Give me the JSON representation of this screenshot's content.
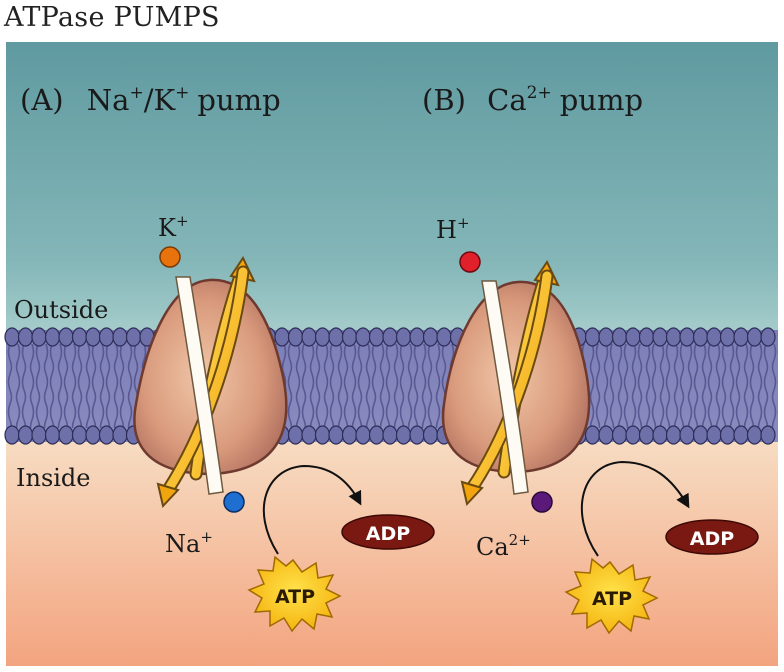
{
  "title": "ATPase PUMPS",
  "regions": {
    "outside": "Outside",
    "inside": "Inside"
  },
  "panel_a": {
    "letter": "(A)",
    "ion1": "Na",
    "ion1_charge": "+",
    "separator": "/",
    "ion2": "K",
    "ion2_charge": "+",
    "suffix": "pump",
    "outside_ion": "K",
    "outside_ion_charge": "+",
    "inside_ion": "Na",
    "inside_ion_charge": "+",
    "atp": "ATP",
    "adp": "ADP",
    "colors": {
      "outside_ion": "#e8720c",
      "inside_ion": "#1f6fd0"
    }
  },
  "panel_b": {
    "letter": "(B)",
    "ion": "Ca",
    "ion_charge": "2+",
    "suffix": "pump",
    "outside_ion": "H",
    "outside_ion_charge": "+",
    "inside_ion": "Ca",
    "inside_ion_charge": "2+",
    "atp": "ATP",
    "adp": "ADP",
    "colors": {
      "outside_ion": "#e0202a",
      "inside_ion": "#5b1a7a"
    }
  }
}
